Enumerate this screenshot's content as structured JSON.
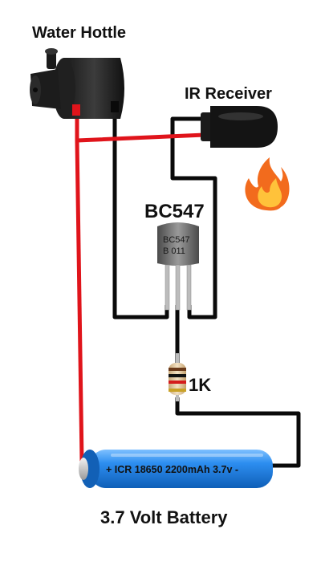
{
  "labels": {
    "pump": "Water Hottle",
    "ir_receiver": "IR Receiver",
    "transistor": "BC547",
    "resistor": "1K",
    "battery": "3.7 Volt Battery"
  },
  "transistor_marking": {
    "line1": "BC547",
    "line2": "B 011"
  },
  "battery_text": "+ ICR 18650 2200mAh 3.7v -",
  "icons": {
    "fire": "fire-icon"
  },
  "colors": {
    "positive_wire": "#e0141b",
    "negative_wire": "#0a0a0a",
    "battery": "#1e7fe0",
    "flame": "#f26b1d"
  }
}
